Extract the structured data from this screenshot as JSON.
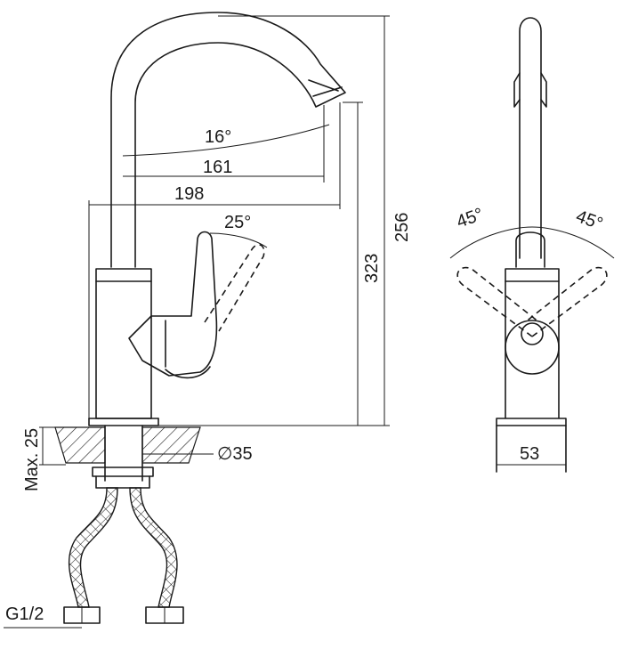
{
  "labels": {
    "angle_spout": "16°",
    "dim_161": "161",
    "dim_198": "198",
    "angle_handle": "25°",
    "dim_323": "323",
    "dim_256": "256",
    "max_25": "Max. 25",
    "diameter": "∅35",
    "thread": "G1/2",
    "angle_left": "45°",
    "angle_right": "45°",
    "dim_53": "53"
  },
  "colors": {
    "stroke": "#1a1a1a",
    "background": "#ffffff"
  }
}
